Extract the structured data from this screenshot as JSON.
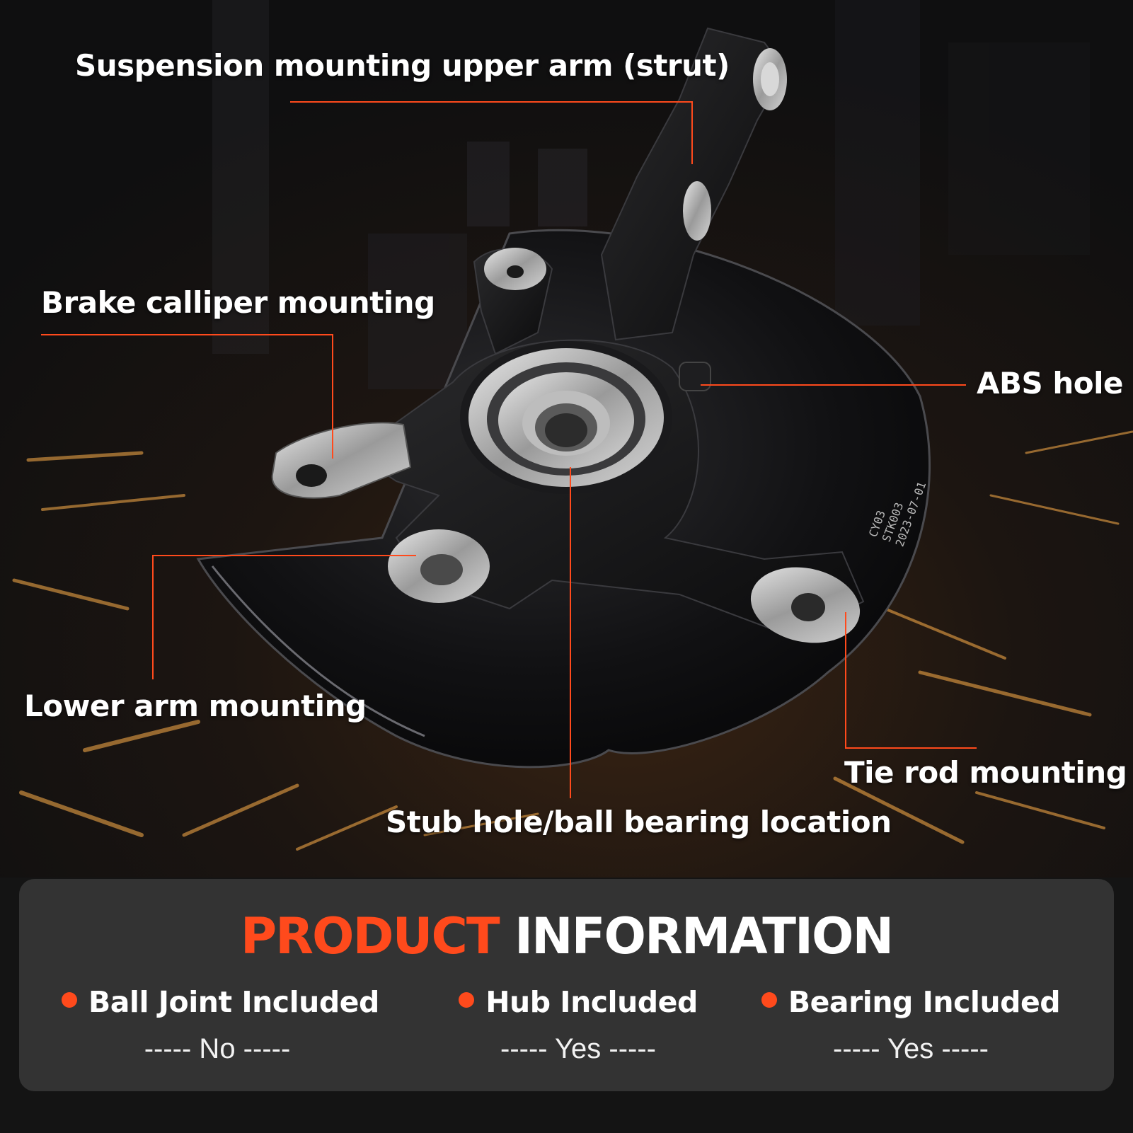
{
  "accent_color": "#ff4a1c",
  "image": {
    "subject": "steering-knuckle-with-dust-shield",
    "background": "sparks-workshop-dark",
    "part_stamp": [
      "CY03",
      "STK003",
      "2023-07-01"
    ]
  },
  "callouts": [
    {
      "id": "upper-arm",
      "label": "Suspension mounting upper arm (strut)"
    },
    {
      "id": "brake-caliper",
      "label": "Brake calliper mounting"
    },
    {
      "id": "abs-hole",
      "label": "ABS hole"
    },
    {
      "id": "lower-arm",
      "label": "Lower arm mounting"
    },
    {
      "id": "tie-rod",
      "label": "Tie rod mounting"
    },
    {
      "id": "stub-hole",
      "label": "Stub hole/ball bearing location"
    }
  ],
  "product_info": {
    "title_accent": "PRODUCT",
    "title_rest": "INFORMATION",
    "items": [
      {
        "label": "Ball Joint Included",
        "value": "----- No -----"
      },
      {
        "label": "Hub Included",
        "value": "----- Yes -----"
      },
      {
        "label": "Bearing Included",
        "value": "----- Yes -----"
      }
    ]
  }
}
